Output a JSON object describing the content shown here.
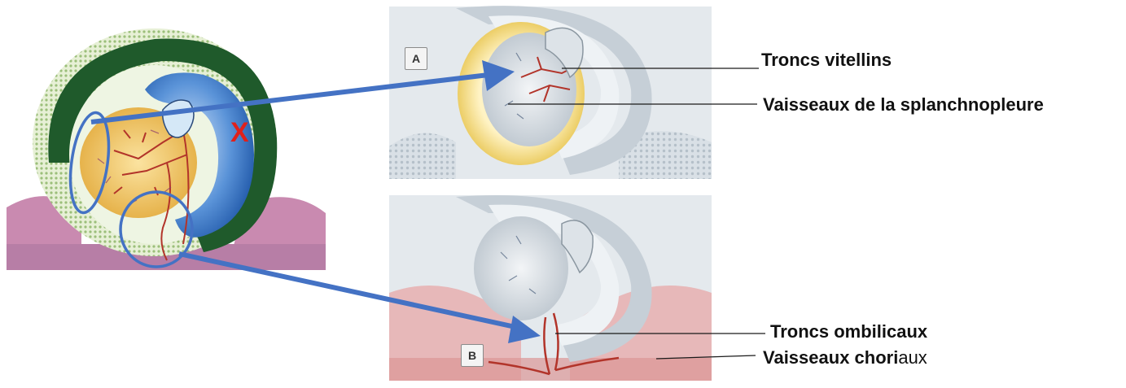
{
  "panels": {
    "a_letter": "A",
    "b_letter": "B"
  },
  "marker": {
    "cross": "X"
  },
  "labels": {
    "troncs_vitellins": "Troncs vitellins",
    "vaisseaux_splanchnopleure": "Vaisseaux de la splanchnopleure",
    "troncs_ombilicaux": "Troncs ombilicaux",
    "vaisseaux_choriaux_bold": "Vaisseaux chori",
    "vaisseaux_choriaux_tail": "aux"
  },
  "colors": {
    "arrow": "#4472c4",
    "ectoderm_green": "#1f5a2b",
    "yolk": "#e8b84a",
    "amnion_blue": "#2f6fc0",
    "vessels_red": "#c0392b",
    "panel_grey": "#cfd6dc",
    "chorion_pink": "#e8a7a7"
  }
}
